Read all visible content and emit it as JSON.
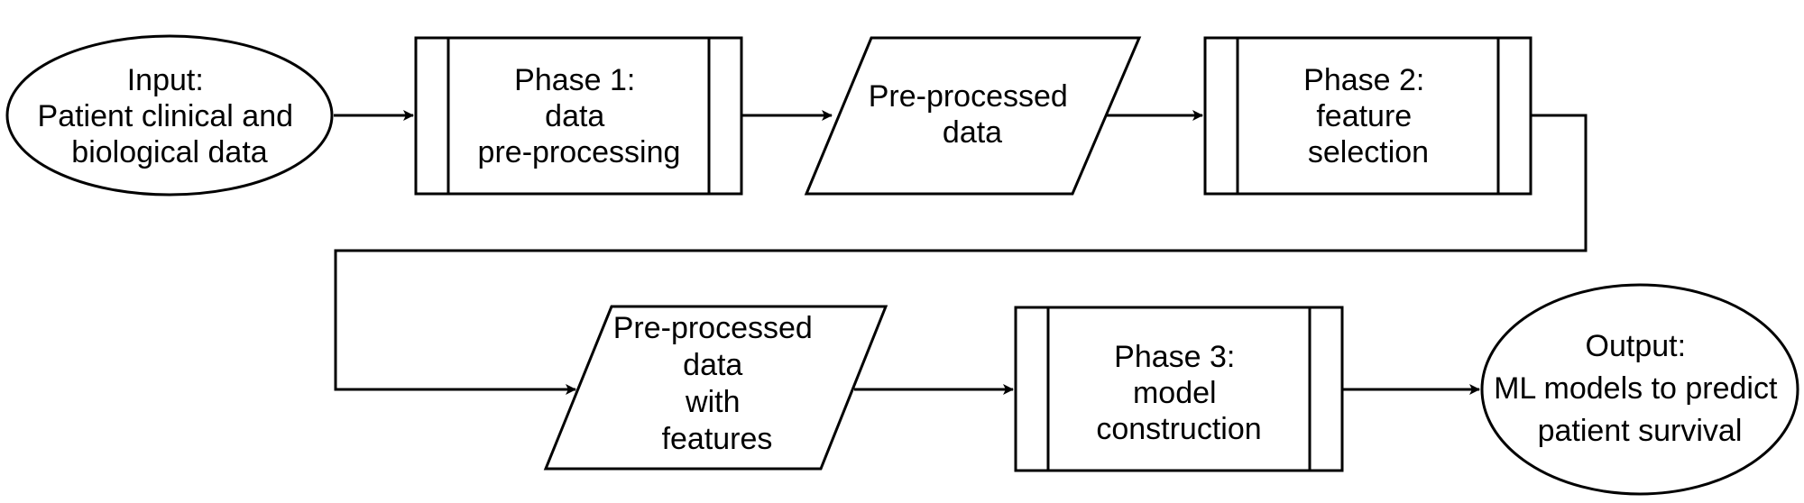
{
  "nodes": {
    "input": {
      "shape": "ellipse",
      "lines": [
        "Input:",
        "Patient clinical and",
        "biological data"
      ]
    },
    "phase1": {
      "shape": "process",
      "lines": [
        "Phase 1:",
        "data",
        "pre-processing"
      ]
    },
    "preprocessed": {
      "shape": "parallelogram",
      "lines": [
        "Pre-processed",
        "data"
      ]
    },
    "phase2": {
      "shape": "process",
      "lines": [
        "Phase 2:",
        "feature",
        "selection"
      ]
    },
    "features": {
      "shape": "parallelogram",
      "lines": [
        "Pre-processed",
        "data",
        "with",
        "features"
      ]
    },
    "phase3": {
      "shape": "process",
      "lines": [
        "Phase 3:",
        "model",
        "construction"
      ]
    },
    "output": {
      "shape": "ellipse",
      "lines": [
        "Output:",
        "ML models to predict",
        "patient survival"
      ]
    }
  },
  "edges": [
    {
      "from": "input",
      "to": "phase1"
    },
    {
      "from": "phase1",
      "to": "preprocessed"
    },
    {
      "from": "preprocessed",
      "to": "phase2"
    },
    {
      "from": "phase2",
      "to": "features"
    },
    {
      "from": "features",
      "to": "phase3"
    },
    {
      "from": "phase3",
      "to": "output"
    }
  ],
  "colors": {
    "stroke": "#000000",
    "fill": "#ffffff",
    "text": "#000000"
  }
}
